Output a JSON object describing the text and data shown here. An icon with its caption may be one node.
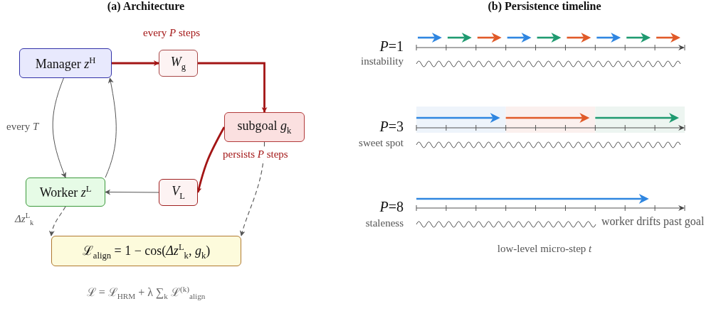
{
  "diagram": {
    "nodes": [
      {
        "text": [
          "Manager *z*$^{H}$"
        ]
      },
      {
        "text": [
          "*W*$_{g}$"
        ]
      },
      {
        "text": [
          "subgoal *g*$_{k}$"
        ]
      },
      {
        "text": [
          "Worker *z*$^{L}$"
        ]
      },
      {
        "text": [
          "*V*$_{L}$"
        ]
      },
      {
        "text": [
          "ℒ$_{align}$ = 1 − cos(*Δz*$^{L}$$_{k}$, *g*$_{k}$)"
        ]
      }
    ],
    "edges": [
      {
        "from": 0,
        "to": 1,
        "arrow": "to",
        "label": "every *P* steps",
        "style": "thick",
        "color": "#a31515"
      },
      {
        "from": 1,
        "to": 2,
        "arrow": "to",
        "style": "thick",
        "color": "#a31515"
      },
      {
        "from": 2,
        "to": 4,
        "arrow": "to",
        "label": "persists *P* steps",
        "style": "thick",
        "color": "#a31515"
      },
      {
        "from": 4,
        "to": 3,
        "arrow": "to"
      },
      {
        "from": 0,
        "to": 3,
        "arrow": "to",
        "label": "every *T*"
      },
      {
        "from": 3,
        "to": 0,
        "arrow": "to"
      },
      {
        "from": 3,
        "to": 5,
        "arrow": "to",
        "label": "*Δz*$^{L}$$_{k}$",
        "style": "dashed"
      },
      {
        "from": 2,
        "to": 5,
        "arrow": "to",
        "style": "dashed"
      }
    ],
    "labels": [
      "(a) Architecture",
      "(b) Persistence timeline",
      "ℒ = ℒ$_{HRM}$ + λ ∑$_{k}$ ℒ$^{(k)}$$_{align}$",
      "*P*=1",
      "instability",
      "*P*=3",
      "sweet spot",
      "*P*=8",
      "staleness",
      "worker drifts past goal",
      "low-level micro-step *t*"
    ]
  }
}
